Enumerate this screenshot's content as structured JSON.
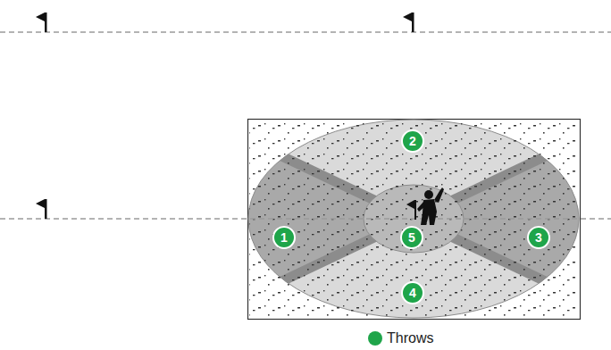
{
  "diagram": {
    "nodes": [
      {
        "text": [
          "2"
        ]
      },
      {
        "text": [
          "1"
        ]
      },
      {
        "text": [
          "5"
        ]
      },
      {
        "text": [
          "3"
        ]
      },
      {
        "text": [
          "4"
        ]
      }
    ],
    "legend": [
      {
        "text": "Throws",
        "color": "#1fa54a"
      }
    ]
  }
}
